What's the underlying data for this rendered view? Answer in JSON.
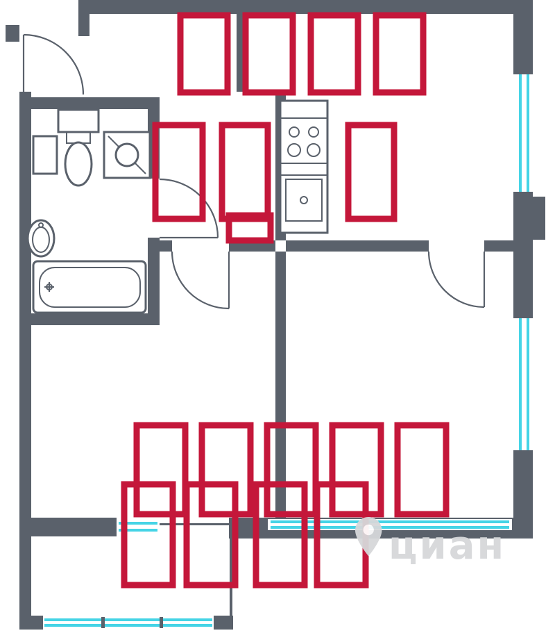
{
  "watermark": {
    "text": "циан",
    "icon": "location-pin-icon"
  },
  "colors": {
    "wall": "#5a616b",
    "furniture": "#c4173a",
    "window": "#45d4e6",
    "watermark": "#d6d8da",
    "background": "#ffffff"
  },
  "plan": {
    "type": "apartment-floor-plan",
    "fixtures": [
      "toilet",
      "washing-machine",
      "bathroom-cabinet",
      "pedestal-sink",
      "bathtub",
      "kitchen-stove",
      "kitchen-sink"
    ],
    "doors": [
      "entrance-door",
      "bathroom-door",
      "room-left-door",
      "room-right-door"
    ],
    "windows": [
      "right-upper-window",
      "right-lower-window",
      "bottom-window",
      "balcony-door-window",
      "balcony-glazing"
    ],
    "red_blocks": [
      [
        260,
        22,
        68,
        111
      ],
      [
        354,
        22,
        68,
        111
      ],
      [
        448,
        22,
        68,
        111
      ],
      [
        542,
        22,
        68,
        111
      ],
      [
        224,
        180,
        68,
        135
      ],
      [
        320,
        180,
        66,
        135
      ],
      [
        502,
        180,
        66,
        135
      ],
      [
        330,
        310,
        60,
        36
      ],
      [
        197,
        612,
        70,
        128
      ],
      [
        291,
        612,
        70,
        128
      ],
      [
        385,
        612,
        70,
        128
      ],
      [
        479,
        612,
        70,
        128
      ],
      [
        573,
        612,
        70,
        128
      ],
      [
        179,
        697,
        70,
        145
      ],
      [
        269,
        697,
        70,
        145
      ],
      [
        369,
        697,
        70,
        145
      ],
      [
        457,
        697,
        70,
        145
      ]
    ]
  }
}
